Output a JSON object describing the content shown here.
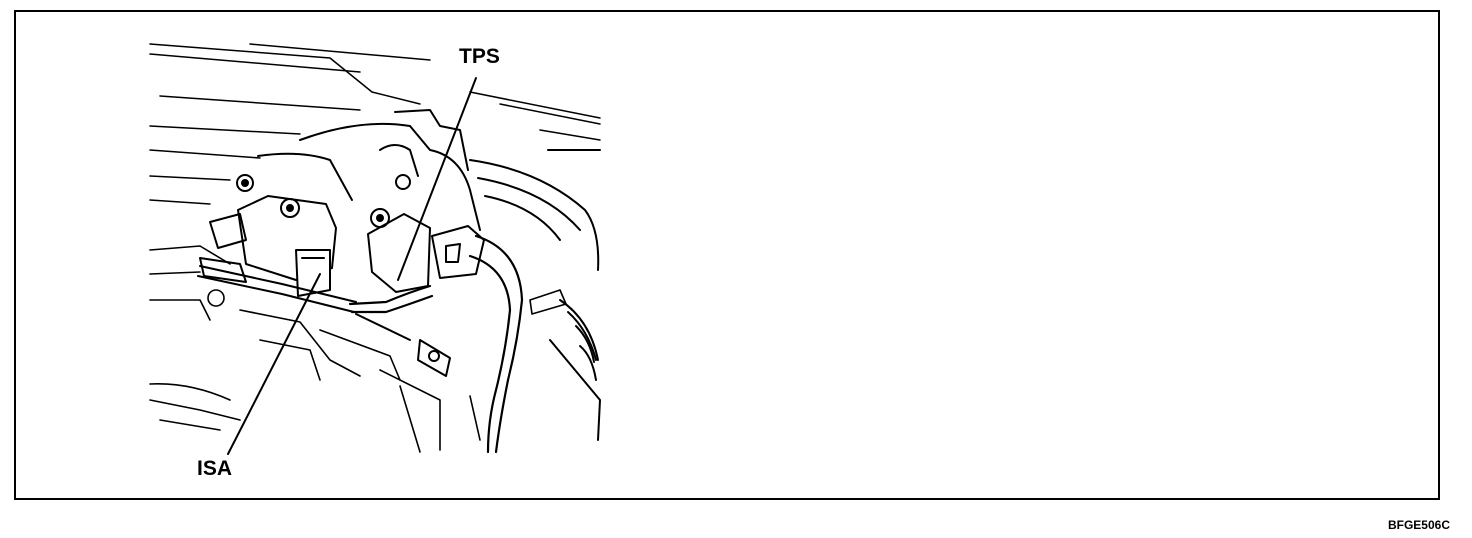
{
  "figure": {
    "frame_color": "#000000",
    "background": "#ffffff"
  },
  "callouts": {
    "tps": "TPS",
    "isa": "ISA"
  },
  "figure_code": "BFGE506C"
}
